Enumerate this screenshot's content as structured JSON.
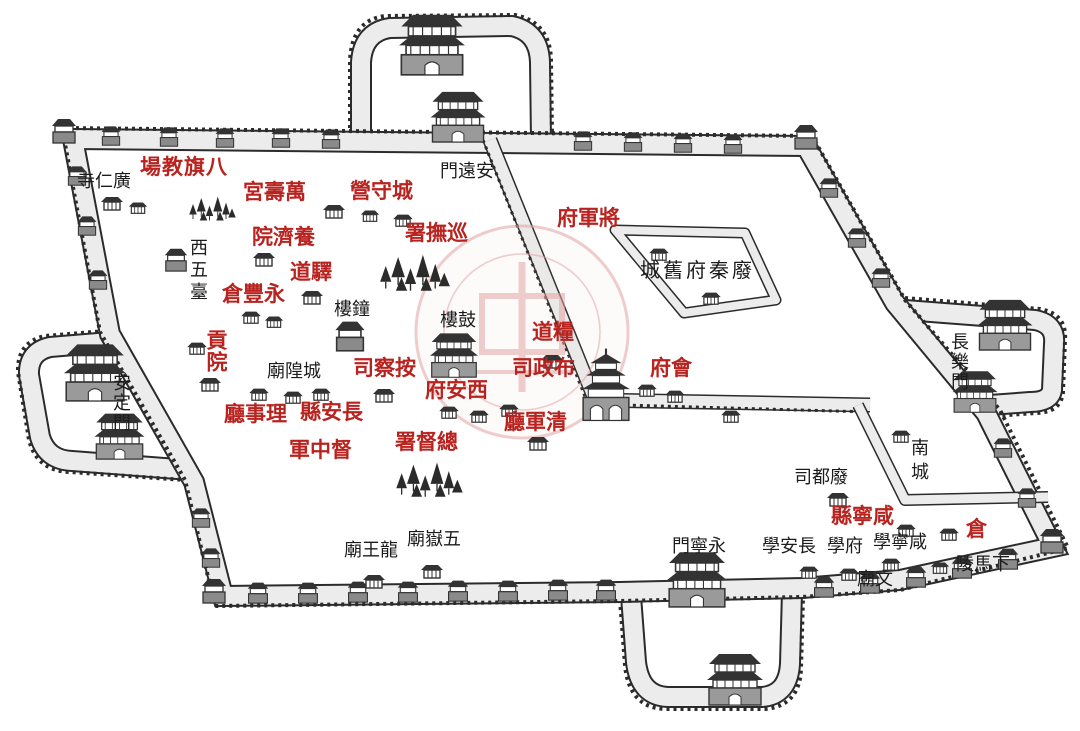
{
  "map": {
    "labels": {
      "guangren_temple": "寺仁廣",
      "banner_drill_ground": "場教旗八",
      "anyuan_gate": "門遠安",
      "wanshou_palace": "宮壽萬",
      "garrison_camp": "營守城",
      "general_office": "府軍將",
      "poorhouse": "院濟養",
      "governor_office": "署撫巡",
      "west_platform": "西五臺",
      "post_circuit": "道驛",
      "yongfeng_granary": "倉豐永",
      "bell_tower": "樓鐘",
      "old_qin_palace_city": "城舊府秦廢",
      "drum_tower": "樓鼓",
      "grain_circuit": "道糧",
      "examination_hall": "貢院",
      "anding_gate": "安定門",
      "city_god_temple": "廟隍城",
      "judicial_commission": "司察按",
      "treasurer_office": "司政布",
      "huifu": "府會",
      "changle_gate": "長樂門",
      "xian_prefecture": "府安西",
      "lishi_office": "廳事理",
      "changan_county": "縣安長",
      "qingjun_office": "廳軍清",
      "military_governor": "軍中督",
      "viceroy_office": "署督總",
      "south_city": "南城",
      "abandoned_commandery": "司都廢",
      "xianning_county": "縣寧咸",
      "granary": "倉",
      "dragon_king_temple": "廟王龍",
      "five_peaks_temple": "廟嶽五",
      "yongning_gate": "門寧永",
      "changan_school": "學安長",
      "prefectural_school": "學府",
      "xianning_school": "學寧咸",
      "confucian_temple": "廟文",
      "xiama_tomb": "陵馬下"
    }
  },
  "colors": {
    "red_label": "#b8231f",
    "black_label": "#1c1c1c",
    "ink": "#2b2b2b",
    "paper": "#ffffff",
    "seal": "#e3a3a3"
  },
  "icons": {
    "building": "building-icon",
    "tower": "wall-tower-icon",
    "gate": "gate-tower-icon",
    "pagoda": "pagoda-icon",
    "grove": "tree-grove-icon",
    "seal": "seal-watermark"
  }
}
